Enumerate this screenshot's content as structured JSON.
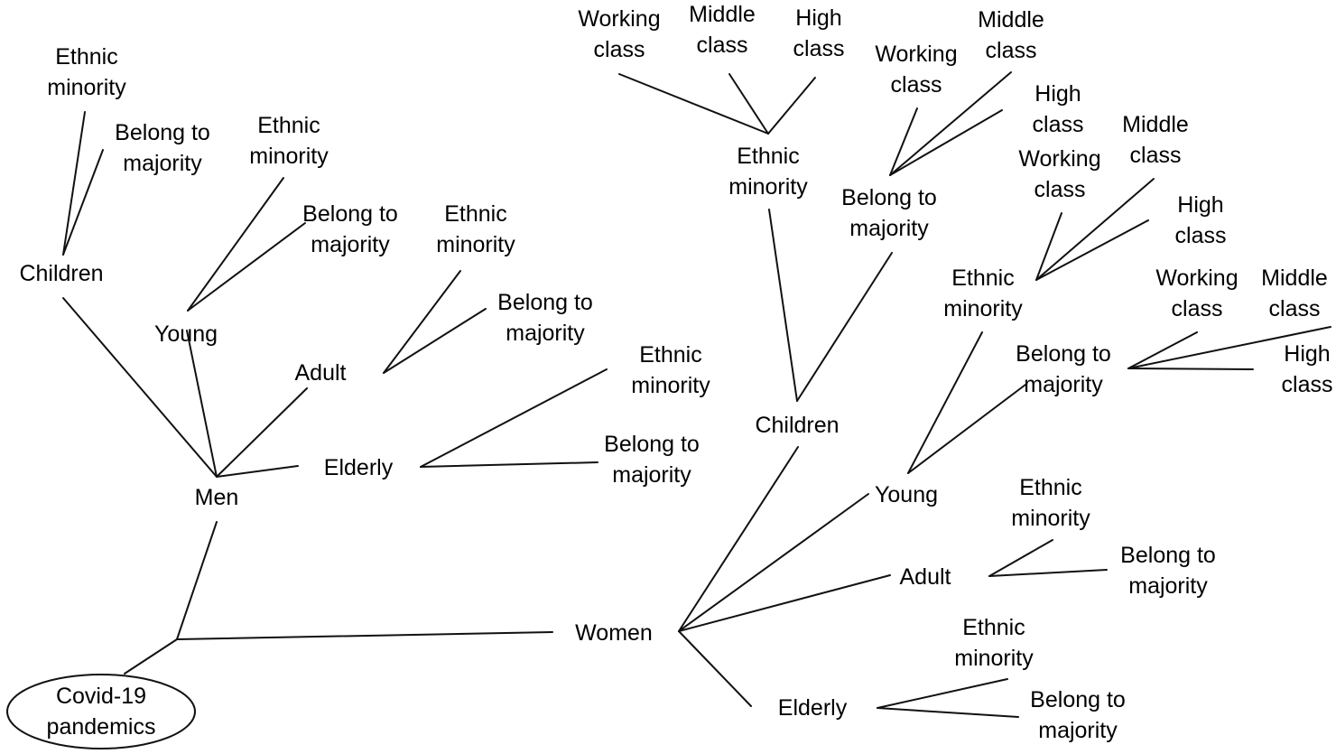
{
  "root": {
    "line1": "Covid-19",
    "line2": "pandemics"
  },
  "men": {
    "label": "Men",
    "children": {
      "label": "Children",
      "minority": [
        "Ethnic",
        "minority"
      ],
      "majority": [
        "Belong to",
        "majority"
      ]
    },
    "young": {
      "label": "Young",
      "minority": [
        "Ethnic",
        "minority"
      ],
      "majority": [
        "Belong to",
        "majority"
      ]
    },
    "adult": {
      "label": "Adult",
      "minority": [
        "Ethnic",
        "minority"
      ],
      "majority": [
        "Belong to",
        "majority"
      ]
    },
    "elderly": {
      "label": "Elderly",
      "minority": [
        "Ethnic",
        "minority"
      ],
      "majority": [
        "Belong to",
        "majority"
      ]
    }
  },
  "women": {
    "label": "Women",
    "children": {
      "label": "Children",
      "minority": {
        "label": [
          "Ethnic",
          "minority"
        ],
        "working": [
          "Working",
          "class"
        ],
        "middle": [
          "Middle",
          "class"
        ],
        "high": [
          "High",
          "class"
        ]
      },
      "majority": {
        "label": [
          "Belong to",
          "majority"
        ],
        "working": [
          "Working",
          "class"
        ],
        "middle": [
          "Middle",
          "class"
        ],
        "high": [
          "High",
          "class"
        ]
      }
    },
    "young": {
      "label": "Young",
      "minority": {
        "label": [
          "Ethnic",
          "minority"
        ],
        "working": [
          "Working",
          "class"
        ],
        "middle": [
          "Middle",
          "class"
        ],
        "high": [
          "High",
          "class"
        ]
      },
      "majority": {
        "label": [
          "Belong to",
          "majority"
        ],
        "working": [
          "Working",
          "class"
        ],
        "middle": [
          "Middle",
          "class"
        ],
        "high": [
          "High",
          "class"
        ]
      }
    },
    "adult": {
      "label": "Adult",
      "minority": [
        "Ethnic",
        "minority"
      ],
      "majority": [
        "Belong to",
        "majority"
      ]
    },
    "elderly": {
      "label": "Elderly",
      "minority": [
        "Ethnic",
        "minority"
      ],
      "majority": [
        "Belong to",
        "majority"
      ]
    }
  }
}
